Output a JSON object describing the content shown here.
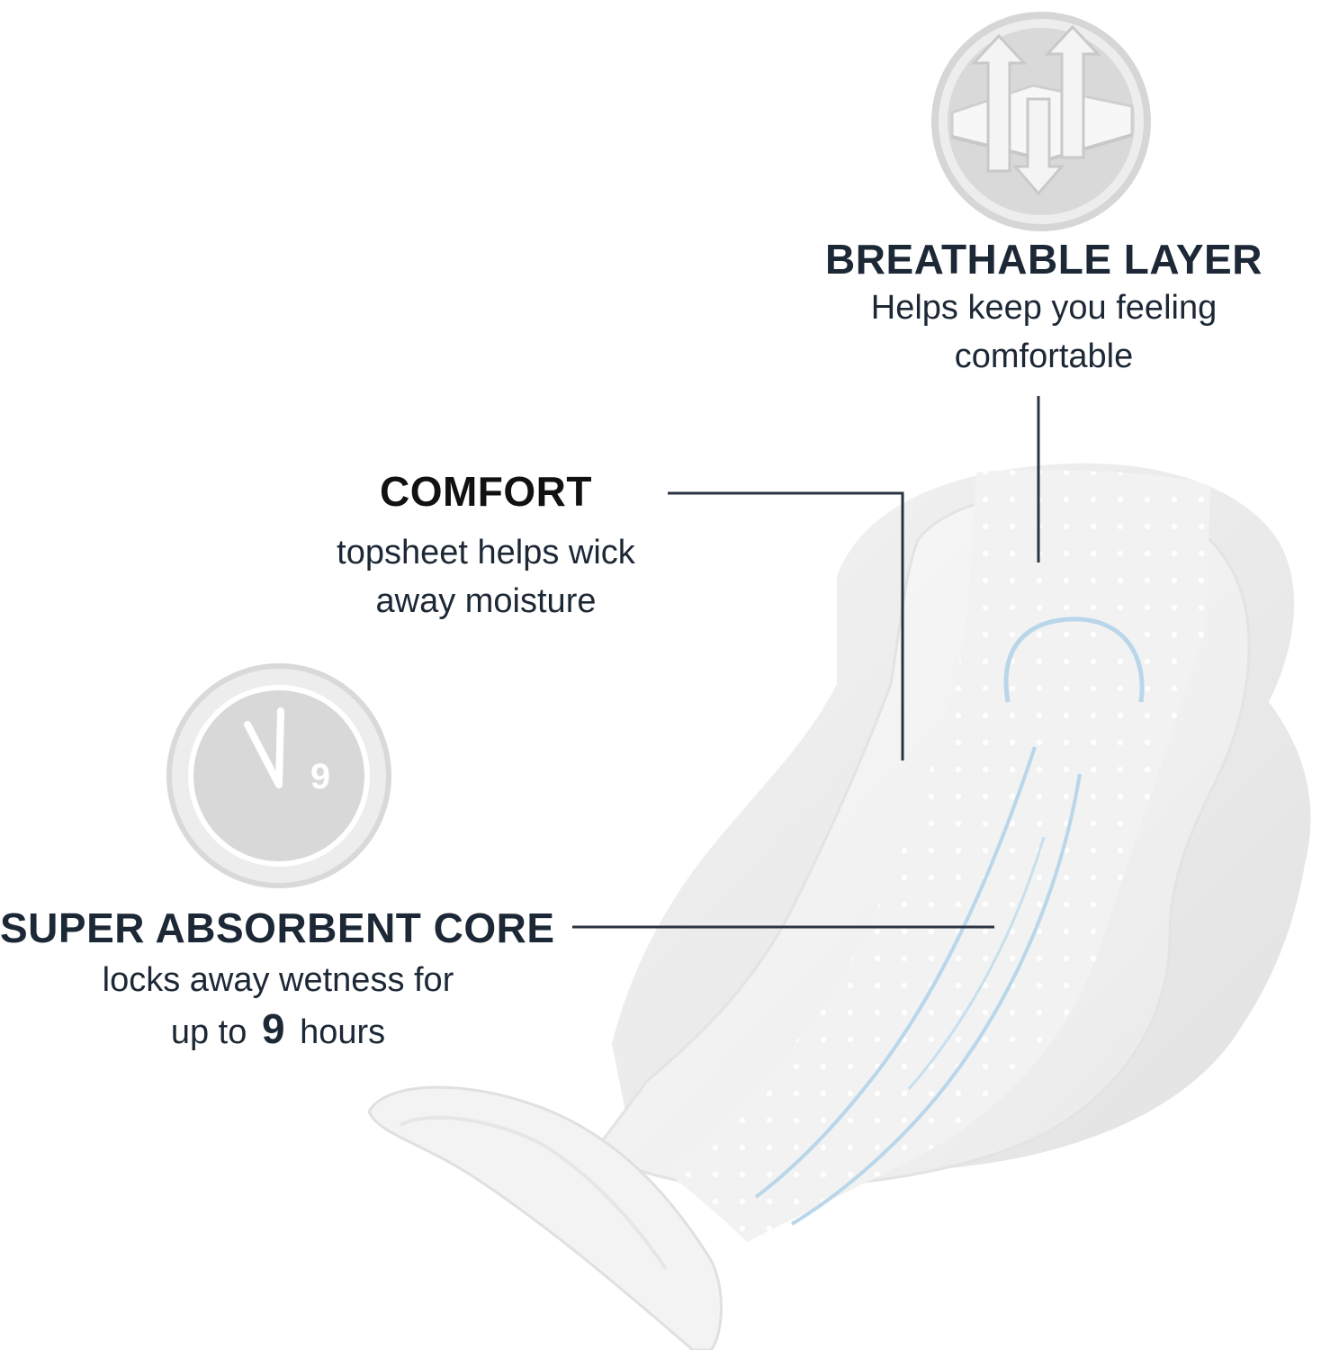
{
  "features": {
    "breathable": {
      "title": "BREATHABLE LAYER",
      "line1": "Helps keep you feeling",
      "line2": "comfortable"
    },
    "comfort": {
      "title": "COMFORT",
      "line1": "topsheet helps wick",
      "line2": "away moisture"
    },
    "core": {
      "title": "SUPER ABSORBENT CORE",
      "line1": "locks away wetness for",
      "line2_pre": "up to",
      "hours": "9",
      "line2_post": "hours"
    }
  },
  "icons": {
    "breathable": "breathable-layer-arrows-icon",
    "clock": "clock-9-hours-icon",
    "clock_digit": "9"
  },
  "colors": {
    "text": "#1d2836",
    "leader_line": "#2a3442",
    "icon_gray": "#d9d9d9",
    "core_blue": "#b9d6ea"
  }
}
